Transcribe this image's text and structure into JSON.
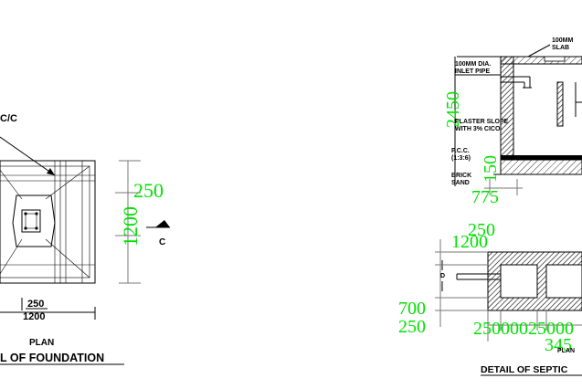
{
  "foundation": {
    "cc_label": "C/C",
    "section_mark": "C",
    "dim_250_width": "250",
    "dim_1200_width": "1200",
    "dim_250_height": "250",
    "dim_1200_height": "1200",
    "plan_label": "PLAN",
    "title": "L OF FOUNDATION"
  },
  "septic_section": {
    "slab_label_1": "100MM",
    "slab_label_2": "SLAB",
    "inlet_label_1": "100MM DIA.",
    "inlet_label_2": "INLET PIPE",
    "plaster_label_1": "PLASTER SLOPE",
    "plaster_label_2": "WITH 3% CICO",
    "pcc_label_1": "P.C.C.",
    "pcc_label_2": "(1:3:6)",
    "brick_label": "BRICK",
    "sand_label": "SAND",
    "dim_2450": "2450",
    "dim_150": "150",
    "dim_775": "775"
  },
  "septic_plan": {
    "dim_250": "250",
    "dim_1200": "1200",
    "dim_700": "700",
    "dim_250_b": "250",
    "bottom_dims": "25000025000",
    "dim_345": "345",
    "section_mark": "D",
    "plan_label": "PLAN",
    "title": "DETAIL OF SEPTIC"
  }
}
